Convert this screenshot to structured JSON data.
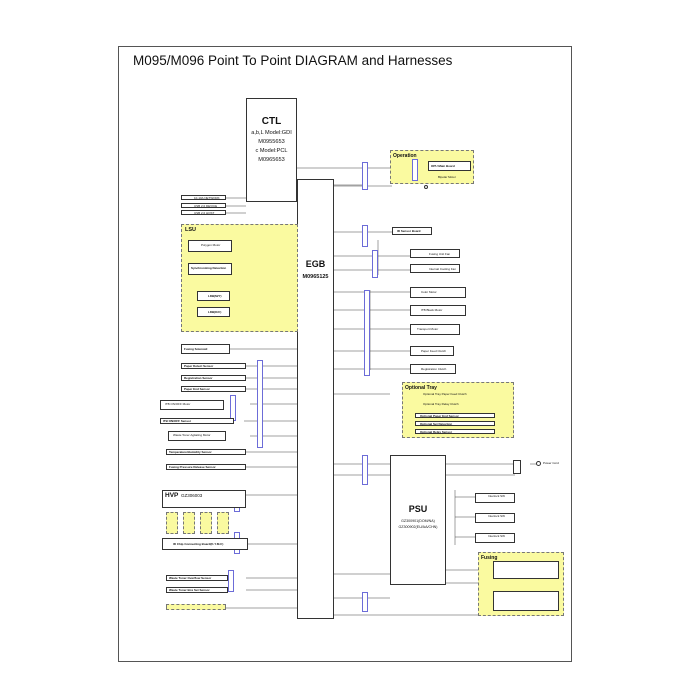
{
  "diagram": {
    "title": "M095/M096 Point To Point DIAGRAM and Harnesses",
    "ctl": {
      "title": "CTL",
      "lines": [
        "a,b,L Model:GDI",
        "M0955653",
        "c Model:PCL",
        "M0965653"
      ]
    },
    "egb": {
      "title": "EGB",
      "part": "M0965125"
    },
    "psu": {
      "title": "PSU",
      "lines": [
        "GZ300901(DOM/NA)",
        "GZ300902(EU/AA/CHN)"
      ]
    },
    "hvp": {
      "title": "HVP",
      "part": "GZ306003"
    },
    "operation": {
      "title": "Operation",
      "board": "OPU Main Board",
      "bipolar_motor": "Bipolar Motor"
    },
    "lsu": {
      "title": "LSU",
      "polygon_motor": "Polygon Motor",
      "sync_detection": "Synchronizing Detection",
      "ldb1": "LDB(M/Y)",
      "ldb2": "LDB(K/C)"
    },
    "optional_tray": {
      "title": "Optional Tray",
      "items": [
        "Optional Tray Paper Feed Clutch",
        "Optional Tray Relay Clutch",
        "Optional Paper End Sensor",
        "Optional Set Detection",
        "Optional Relay Sensor"
      ]
    },
    "fusing": {
      "title": "Fusing"
    },
    "ctl_ports": [
      "10-10A NETWORK",
      "USB 2.0 DEVICE",
      "USB 2.0 HOST"
    ],
    "right_components": [
      "ID Sensor Board",
      "Fusing Unit Fan",
      "Internal Cooling Fan",
      "Color Motor",
      "ITB Black Motor",
      "Transport Motor",
      "Paper Feed Clutch",
      "Registration Clutch"
    ],
    "left_components": [
      "Fusing Solenoid",
      "Paper Detect Sensor",
      "Registration Sensor",
      "Paper End Sensor",
      "ITB ON/OFF Motor",
      "ITB ON/OFF Sensor",
      "Waste Toner Agitating Motor",
      "Temperature/Humidity Sensor",
      "Fusing Pressure Release Sensor"
    ],
    "id_chip": "ID Chip Connecting Board(K.Y.M.C)",
    "waste_sensors": [
      "Waste Toner Overflow Sensor",
      "Waste Toner Box Set Sensor"
    ],
    "interlock": [
      "Interlock SW",
      "Interlock SW",
      "Interlock SW"
    ],
    "power_cord": "Power Cord"
  }
}
